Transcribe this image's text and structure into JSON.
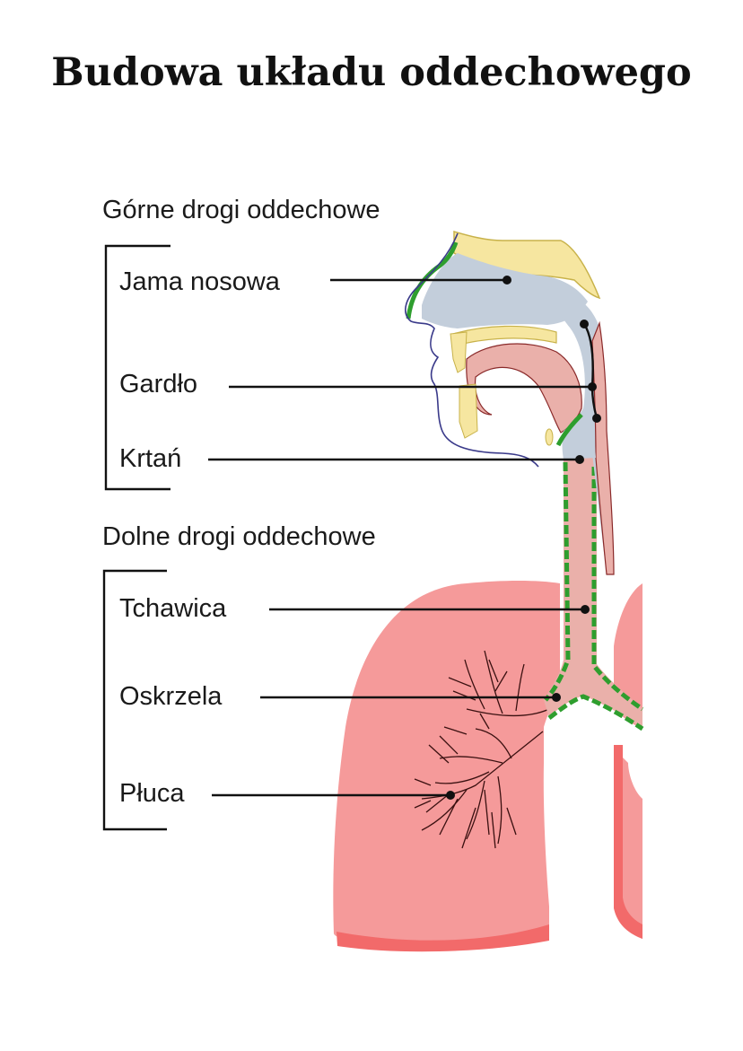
{
  "title": "Budowa układu oddechowego",
  "groups": [
    {
      "label": "Górne drogi oddechowe",
      "parts": [
        "Jama nosowa",
        "Gardło",
        "Krtań"
      ]
    },
    {
      "label": "Dolne drogi oddechowe",
      "parts": [
        "Tchawica",
        "Oskrzela",
        "Płuca"
      ]
    }
  ],
  "colors": {
    "lung": "#f59a9a",
    "lung_dark": "#f26a6a",
    "nasal": "#c3cedb",
    "bone": "#f6e6a0",
    "tissue": "#ebb5ad",
    "mucosa_green": "#2e9e2e",
    "line": "#111111"
  }
}
